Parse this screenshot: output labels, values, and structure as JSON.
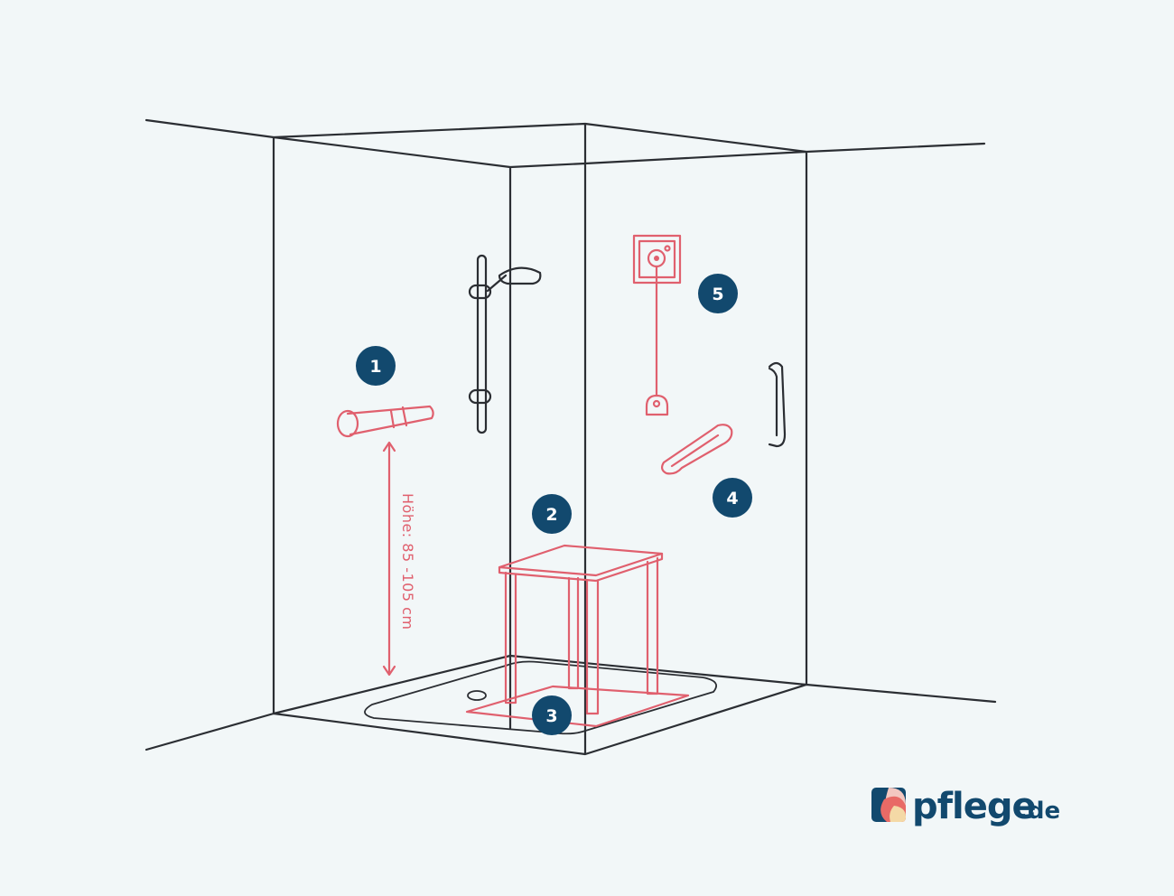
{
  "badges": [
    {
      "number": "1",
      "feature": "grab-bar-horizontal"
    },
    {
      "number": "2",
      "feature": "shower-stool"
    },
    {
      "number": "3",
      "feature": "non-slip-mat"
    },
    {
      "number": "4",
      "feature": "grab-bar-angled"
    },
    {
      "number": "5",
      "feature": "emergency-call-button"
    }
  ],
  "height_label": "Höhe: 85 -105 cm",
  "logo": {
    "name": "pflege",
    "tld": ".de"
  },
  "colors": {
    "background": "#f2f7f8",
    "line": "#2b2e33",
    "accent": "#e0606e",
    "badge": "#12496e",
    "logo_text": "#12496e"
  }
}
